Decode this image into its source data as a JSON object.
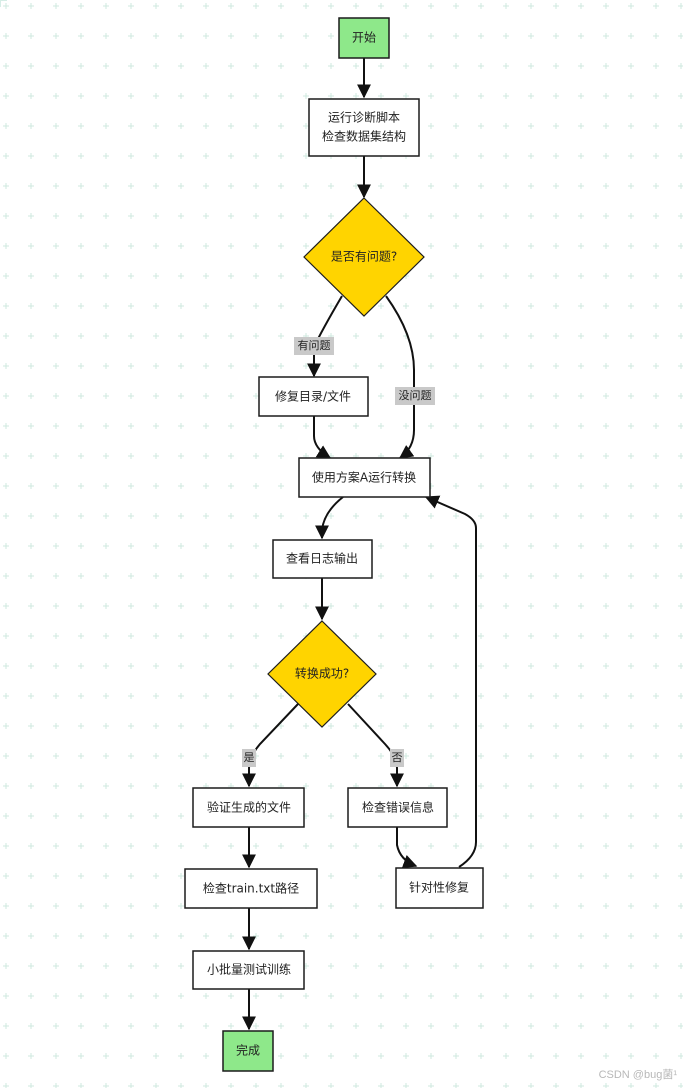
{
  "flowchart": {
    "nodes": {
      "start": "开始",
      "run_diag_line1": "运行诊断脚本",
      "run_diag_line2": "检查数据集结构",
      "has_issue": "是否有问题?",
      "fix_dir": "修复目录/文件",
      "convert_a": "使用方案A运行转换",
      "check_log": "查看日志输出",
      "convert_ok": "转换成功?",
      "verify_files": "验证生成的文件",
      "check_errors": "检查错误信息",
      "check_train_path": "检查train.txt路径",
      "targeted_fix": "针对性修复",
      "small_batch": "小批量测试训练",
      "done": "完成"
    },
    "edge_labels": {
      "has_issue_yes": "有问题",
      "has_issue_no": "没问题",
      "success_yes": "是",
      "success_no": "否"
    },
    "colors": {
      "terminal_fill": "#8ee88a",
      "decision_fill": "#ffd400",
      "process_fill": "#ffffff",
      "stroke": "#1c1c1c"
    }
  },
  "watermark": "CSDN @bug菌¹"
}
